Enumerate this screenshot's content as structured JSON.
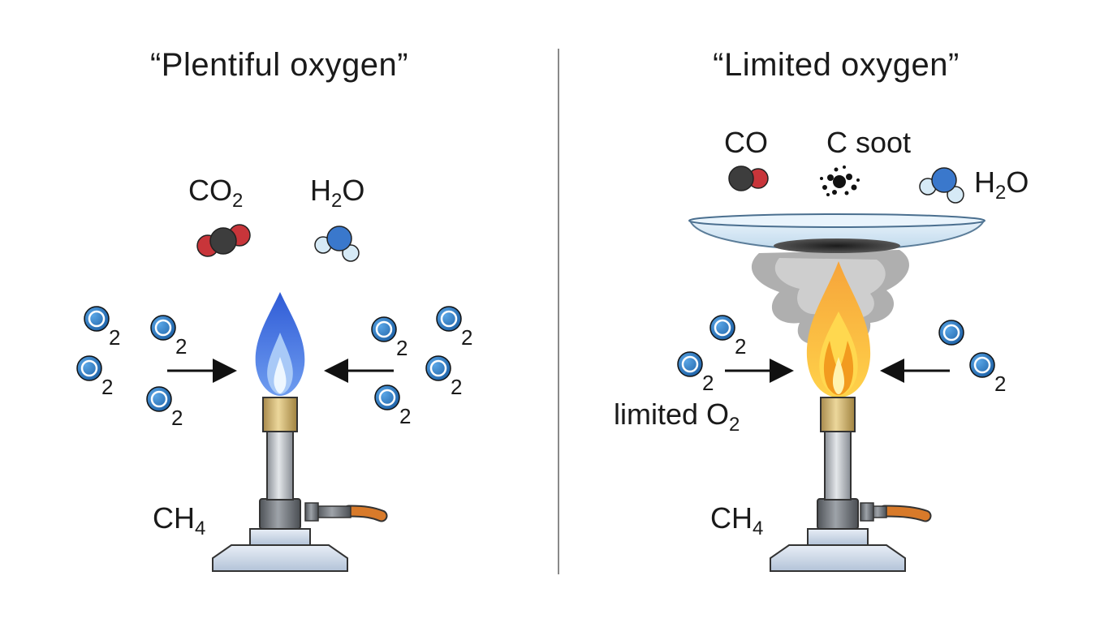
{
  "panels": {
    "left": {
      "title": "“Plentiful oxygen”",
      "products": [
        {
          "formula": "CO",
          "sub": "2"
        },
        {
          "formula": "H",
          "sub": "2",
          "tail": "O"
        }
      ],
      "fuel": {
        "formula": "CH",
        "sub": "4"
      },
      "o2": {
        "formula": "O",
        "sub": "2"
      }
    },
    "right": {
      "title": "“Limited oxygen”",
      "products": [
        {
          "formula": "CO"
        },
        {
          "formula": "C soot"
        },
        {
          "formula": "H",
          "sub": "2",
          "tail": "O"
        }
      ],
      "note": {
        "text": "limited O",
        "sub": "2"
      },
      "fuel": {
        "formula": "CH",
        "sub": "4"
      },
      "o2": {
        "formula": "O",
        "sub": "2"
      }
    }
  },
  "colors": {
    "o2_molecule": "#2f7fc4",
    "carbon": "#3d3d3d",
    "oxygen_red": "#c8353a",
    "hydrogen": "#d6eaf6",
    "blue_flame": "#3c68d8",
    "yellow_flame": "#f5a623",
    "hose": "#d87a2a"
  }
}
